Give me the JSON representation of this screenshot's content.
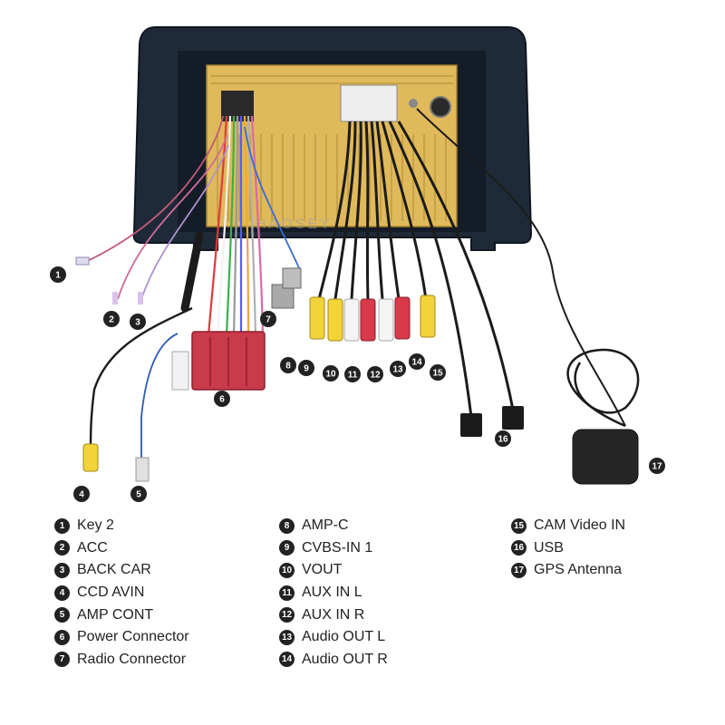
{
  "watermark": "HAOSEY",
  "callouts": [
    "1",
    "2",
    "3",
    "4",
    "5",
    "6",
    "7",
    "8",
    "9",
    "10",
    "11",
    "12",
    "13",
    "14",
    "15",
    "16",
    "17"
  ],
  "legend": {
    "columns": [
      [
        {
          "num": "1",
          "label": "Key 2"
        },
        {
          "num": "2",
          "label": "ACC"
        },
        {
          "num": "3",
          "label": "BACK CAR"
        },
        {
          "num": "4",
          "label": "CCD AVIN"
        },
        {
          "num": "5",
          "label": "AMP CONT"
        },
        {
          "num": "6",
          "label": "Power Connector"
        },
        {
          "num": "7",
          "label": "Radio Connector"
        }
      ],
      [
        {
          "num": "8",
          "label": "AMP-C"
        },
        {
          "num": "9",
          "label": "CVBS-IN 1"
        },
        {
          "num": "10",
          "label": "VOUT"
        },
        {
          "num": "11",
          "label": "AUX IN L"
        },
        {
          "num": "12",
          "label": "AUX IN R"
        },
        {
          "num": "13",
          "label": "Audio OUT L"
        },
        {
          "num": "14",
          "label": "Audio OUT R"
        }
      ],
      [
        {
          "num": "15",
          "label": "CAM Video IN"
        },
        {
          "num": "16",
          "label": "USB"
        },
        {
          "num": "17",
          "label": "GPS Antenna"
        }
      ]
    ]
  },
  "colors": {
    "bezel": "#1f2a38",
    "chassis": "#e0b95a",
    "power_connector": "#c93a4a",
    "rca_yellow": "#f2d33a",
    "rca_red": "#d83a4a",
    "rca_white": "#f4f4f4",
    "cable_black": "#1b1b1b",
    "callout": "#222222"
  }
}
